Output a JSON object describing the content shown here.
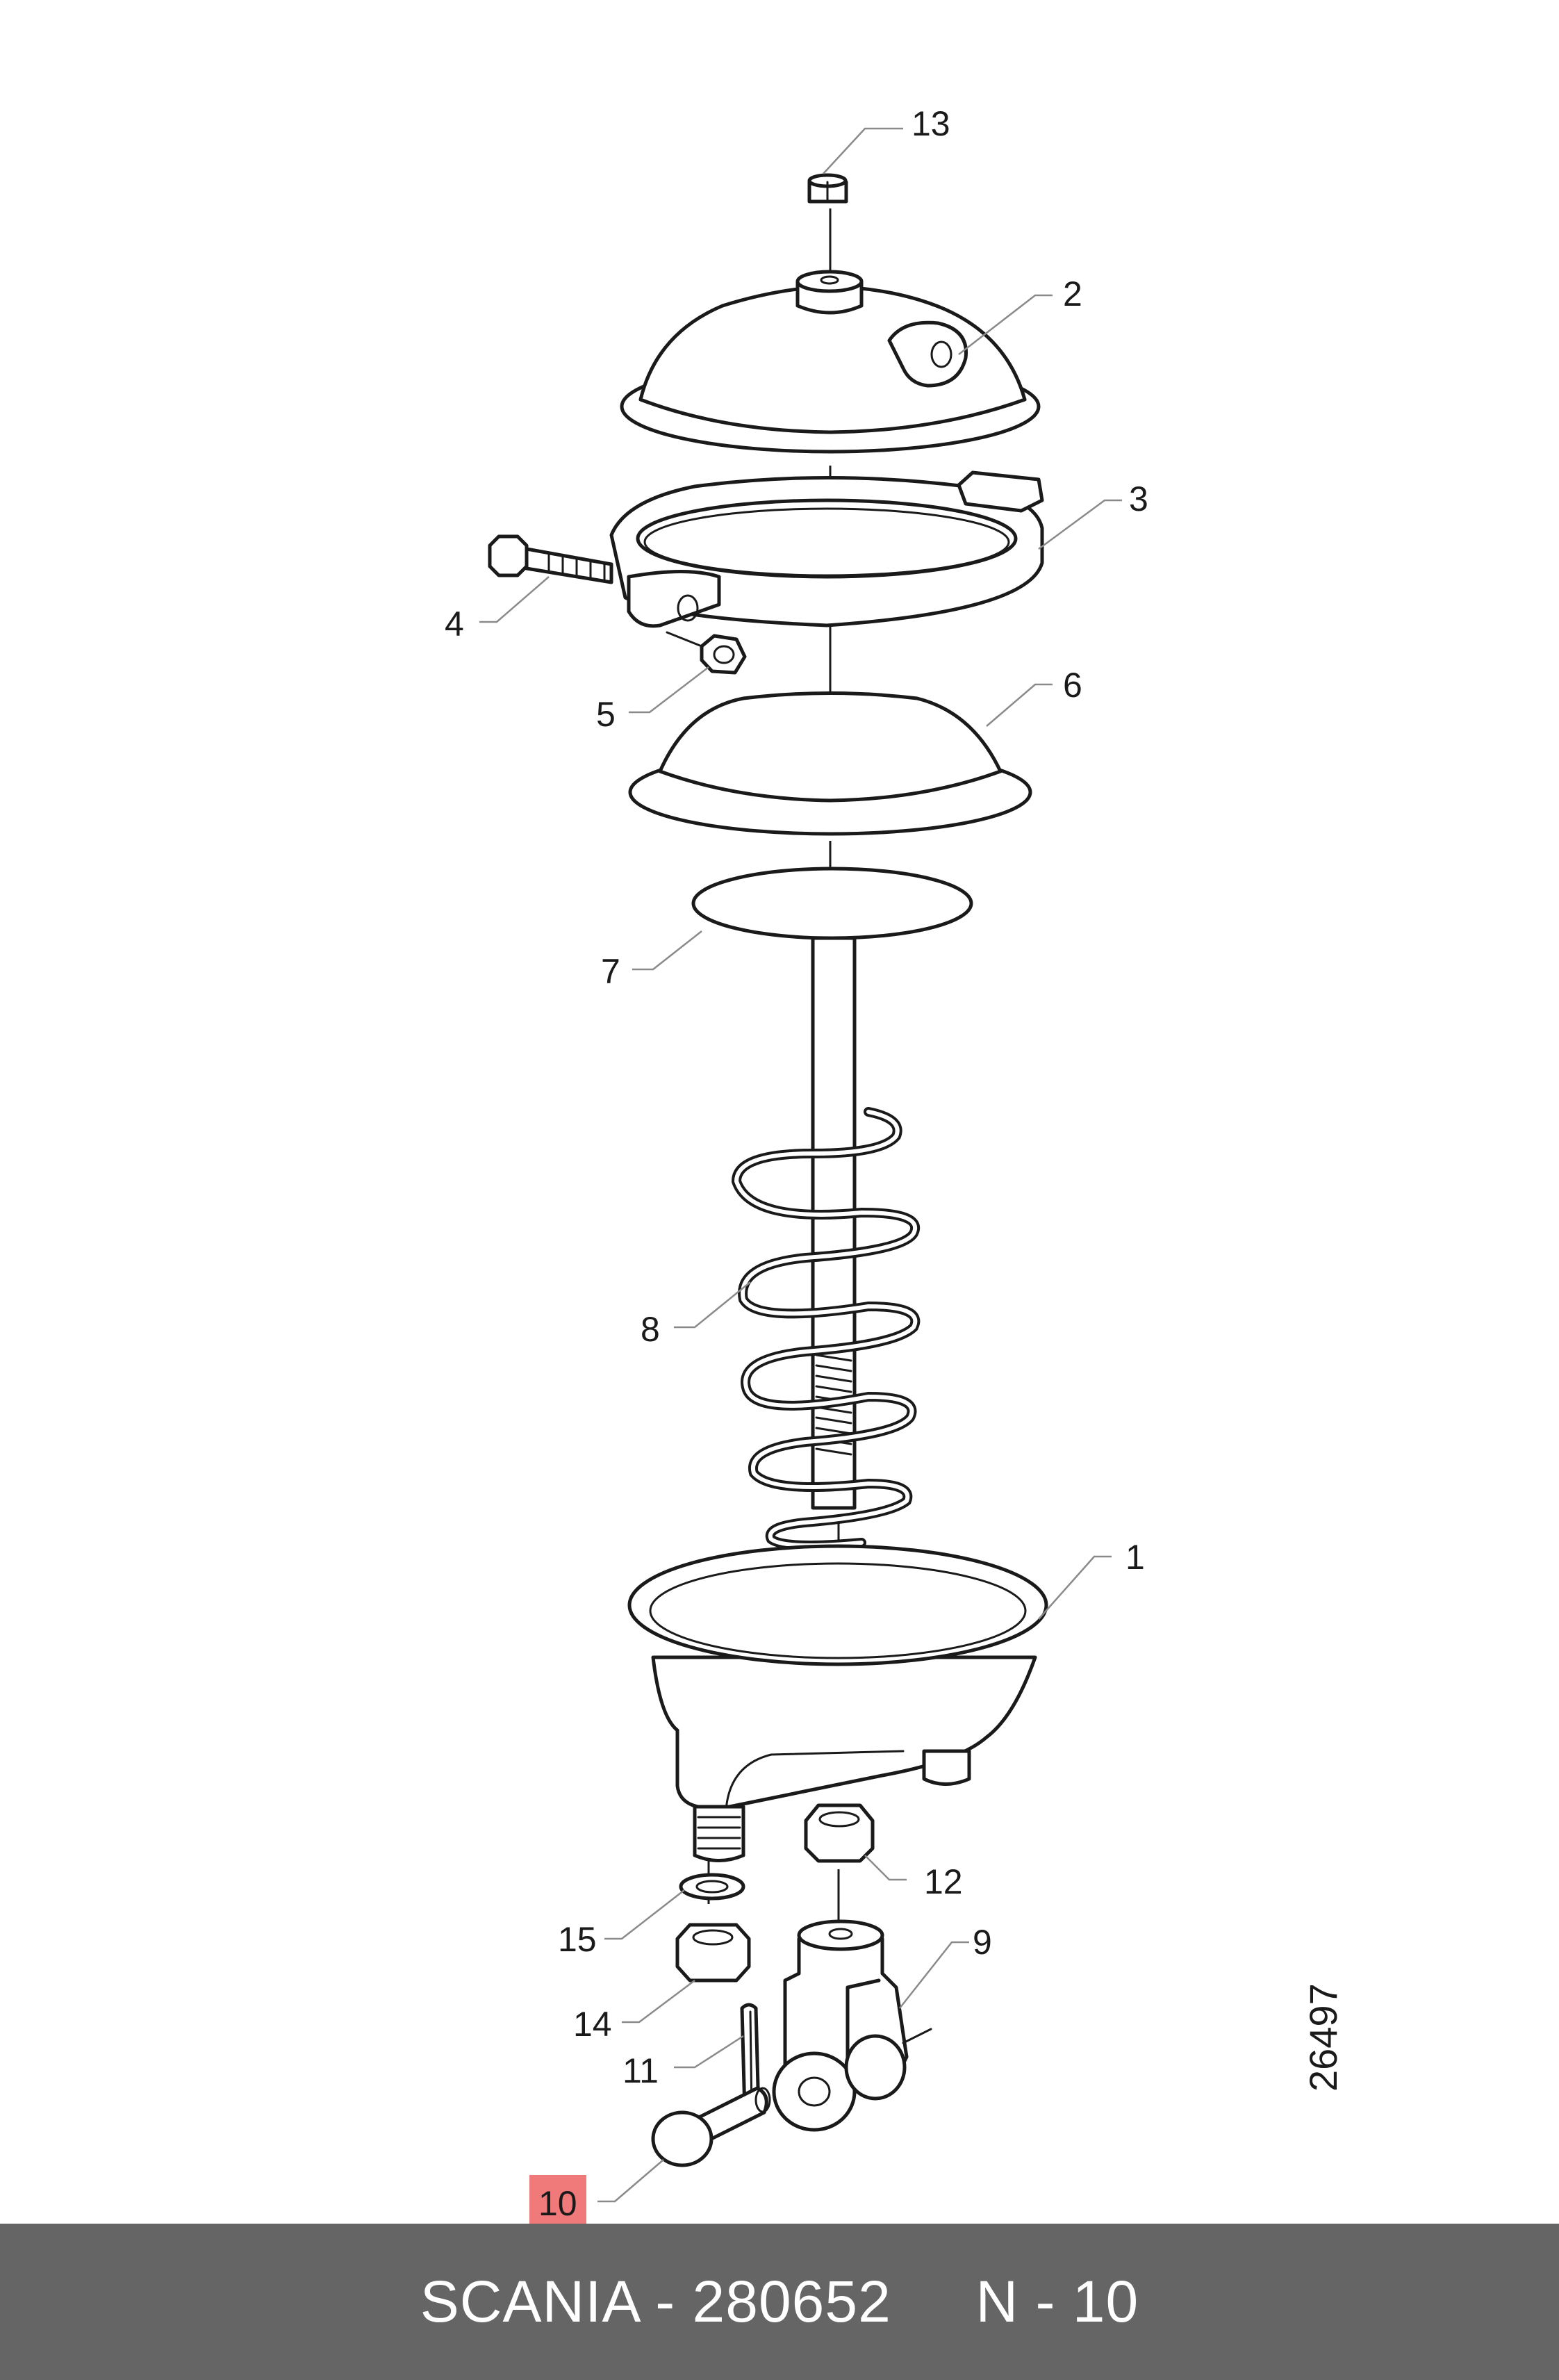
{
  "callouts": {
    "c13": "13",
    "c2": "2",
    "c3": "3",
    "c4": "4",
    "c5": "5",
    "c6": "6",
    "c7": "7",
    "c8": "8",
    "c1": "1",
    "c12": "12",
    "c9": "9",
    "c15": "15",
    "c14": "14",
    "c11": "11",
    "c10": "10"
  },
  "highlighted_callout": "10",
  "drawing_number": "26497",
  "footer": {
    "text": "SCANIA - 280652     N - 10"
  },
  "colors": {
    "footer_background": "#656565",
    "footer_text": "#ffffff",
    "highlight": "#f07a7a",
    "line_art": "#1a1a1a"
  }
}
